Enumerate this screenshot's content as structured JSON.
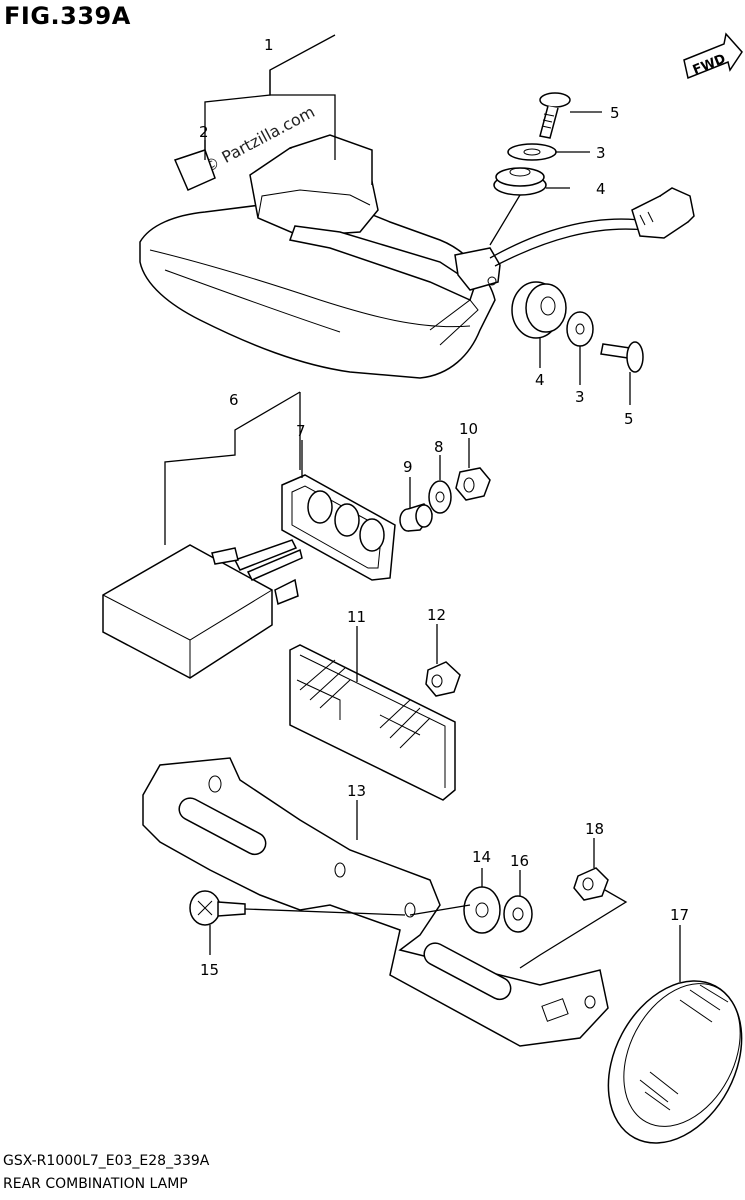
{
  "figure": {
    "title": "FIG.339A",
    "direction_badge": "FWD",
    "watermark": "© Partzilla.com",
    "footer_code": "GSX-R1000L7_E03_E28_339A",
    "footer_name": "REAR COMBINATION LAMP"
  },
  "callouts": [
    {
      "id": "c1",
      "label": "1"
    },
    {
      "id": "c2",
      "label": "2"
    },
    {
      "id": "c5a",
      "label": "5"
    },
    {
      "id": "c3a",
      "label": "3"
    },
    {
      "id": "c4a",
      "label": "4"
    },
    {
      "id": "c4b",
      "label": "4"
    },
    {
      "id": "c3b",
      "label": "3"
    },
    {
      "id": "c5b",
      "label": "5"
    },
    {
      "id": "c6",
      "label": "6"
    },
    {
      "id": "c7",
      "label": "7"
    },
    {
      "id": "c8",
      "label": "8"
    },
    {
      "id": "c9",
      "label": "9"
    },
    {
      "id": "c10",
      "label": "10"
    },
    {
      "id": "c11",
      "label": "11"
    },
    {
      "id": "c12",
      "label": "12"
    },
    {
      "id": "c13",
      "label": "13"
    },
    {
      "id": "c14",
      "label": "14"
    },
    {
      "id": "c15",
      "label": "15"
    },
    {
      "id": "c16",
      "label": "16"
    },
    {
      "id": "c17",
      "label": "17"
    },
    {
      "id": "c18",
      "label": "18"
    }
  ]
}
